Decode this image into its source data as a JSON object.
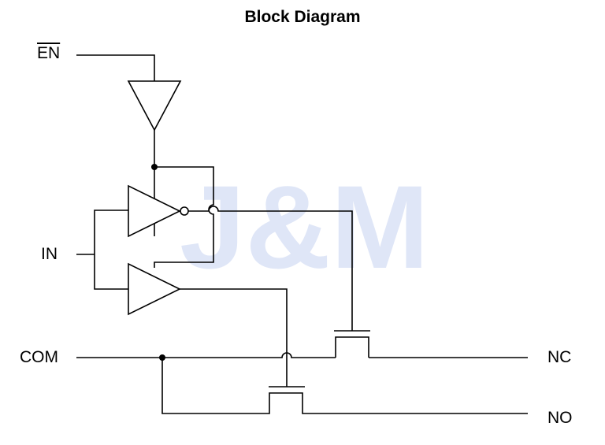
{
  "title": "Block Diagram",
  "pins": {
    "en": "EN",
    "in": "IN",
    "com": "COM",
    "nc": "NC",
    "no": "NO"
  },
  "watermark": "J&M",
  "colors": {
    "line": "#000000",
    "watermark": "#dfe6f7"
  }
}
